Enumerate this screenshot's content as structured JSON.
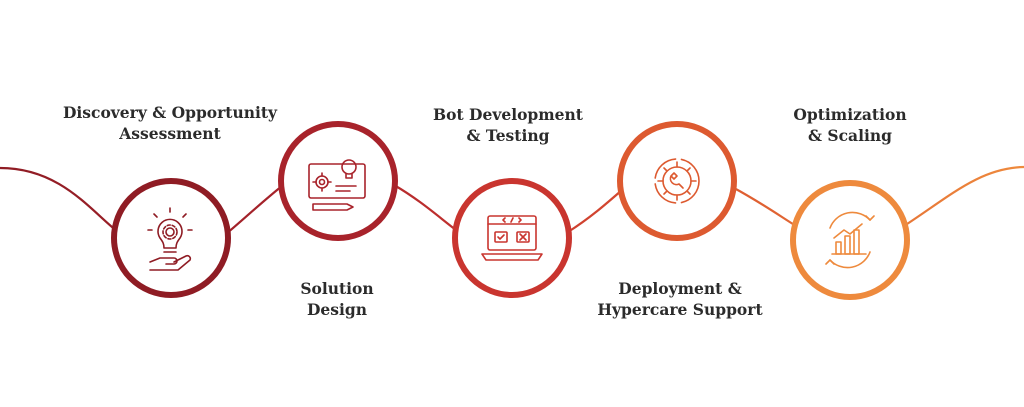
{
  "colors": {
    "step1": "#8f1c24",
    "step2": "#a8232b",
    "step3": "#c9352f",
    "step4": "#dd5a30",
    "step5": "#ee8a3d",
    "text": "#2b2b2b"
  },
  "steps": [
    {
      "line1": "Discovery & Opportunity",
      "line2": "Assessment",
      "icon": "lightbulb-gear-hand-icon"
    },
    {
      "line1": "Solution",
      "line2": "Design",
      "icon": "blueprint-design-icon"
    },
    {
      "line1": "Bot Development",
      "line2": "& Testing",
      "icon": "laptop-code-icon"
    },
    {
      "line1": "Deployment &",
      "line2": "Hypercare Support",
      "icon": "gear-wrench-icon"
    },
    {
      "line1": "Optimization",
      "line2": "& Scaling",
      "icon": "growth-chart-icon"
    }
  ]
}
